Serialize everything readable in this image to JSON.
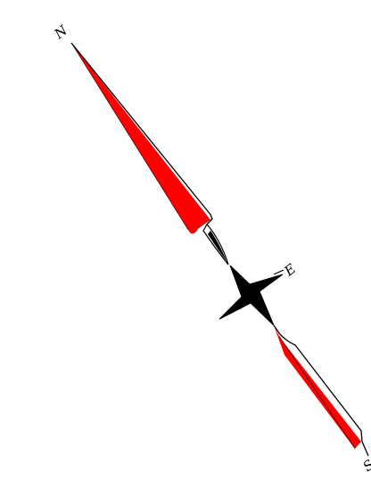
{
  "compass": {
    "labels": {
      "north": "N",
      "east": "E",
      "south": "S"
    },
    "colors": {
      "needle_fill": "#ff0000",
      "outline": "#000000",
      "star_fill": "#000000",
      "background": "#ffffff"
    }
  }
}
